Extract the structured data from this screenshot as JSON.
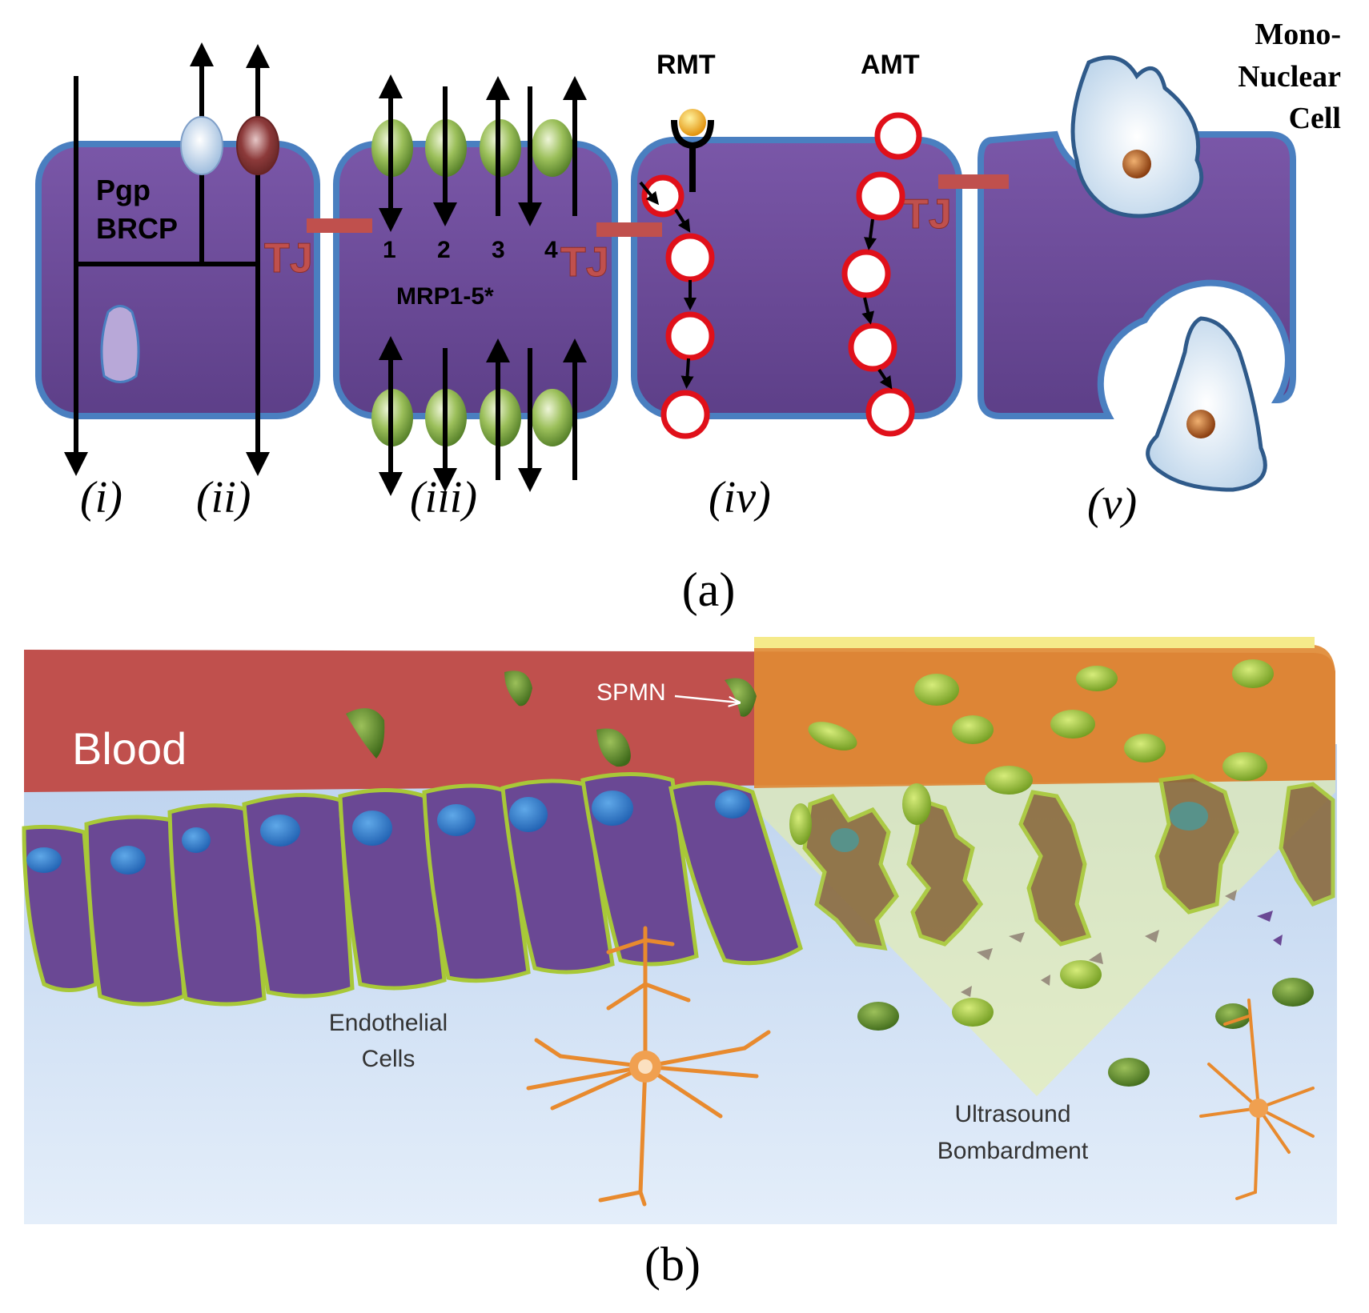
{
  "panel_a": {
    "pgp_label": "Pgp",
    "brcp_label": "BRCP",
    "tj_label": "TJ",
    "mrp_label": "MRP1-5*",
    "mrp_numbers": [
      "1",
      "2",
      "3",
      "4"
    ],
    "rmt_label": "RMT",
    "amt_label": "AMT",
    "mono_line1": "Mono-",
    "mono_line2": "Nuclear",
    "mono_line3": "Cell",
    "roman": [
      "(i)",
      "(ii)",
      "(iii)",
      "(iv)",
      "(v)"
    ],
    "caption": "(a)"
  },
  "panel_b": {
    "blood_label": "Blood",
    "spmn_label": "SPMN",
    "endo_line1": "Endothelial",
    "endo_line2": "Cells",
    "us_line1": "Ultrasound",
    "us_line2": "Bombardment",
    "caption": "(b)"
  },
  "colors": {
    "cell_purple": "#6b4a96",
    "cell_border": "#4a7fc0",
    "tj_red": "#c0504d",
    "blood_red": "#c0504d",
    "orange_zone": "#d9833a",
    "brain_blue": "#c9dcf2",
    "particle_green": "#8db034",
    "neuron_orange": "#e88a2e"
  }
}
